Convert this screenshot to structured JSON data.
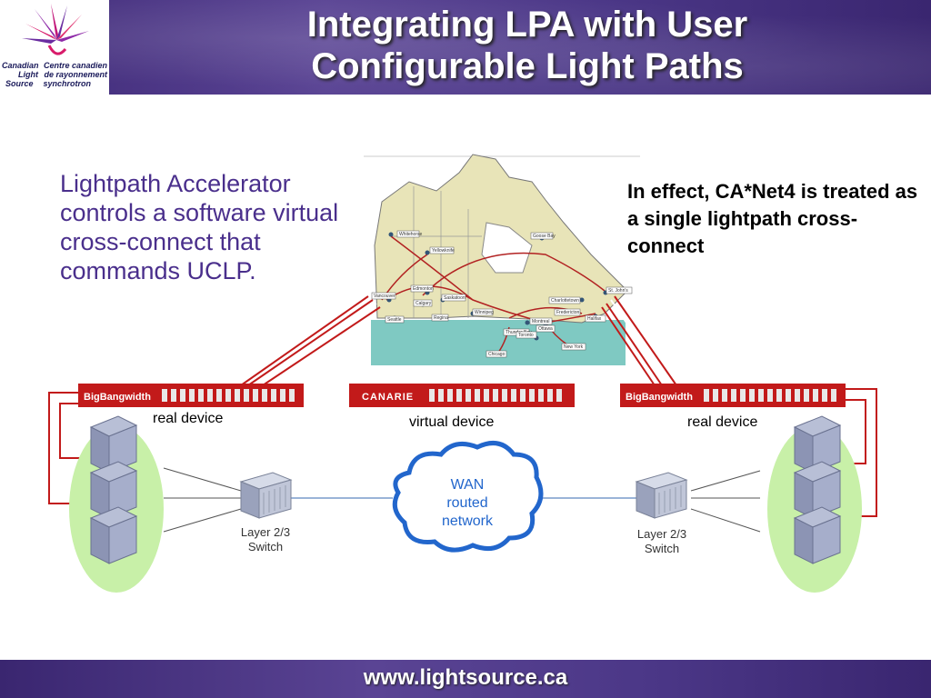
{
  "header": {
    "title_line1": "Integrating LPA with User",
    "title_line2": "Configurable Light Paths",
    "logo": {
      "left_line1": "Canadian",
      "right_line1": "Centre canadien",
      "left_line2": "Light",
      "right_line2": "de rayonnement",
      "left_line3": "Source",
      "right_line3": "synchrotron"
    }
  },
  "body": {
    "left_paragraph": "Lightpath Accelerator controls a software virtual cross-connect that commands UCLP.",
    "right_paragraph": "In effect, CA*Net4 is treated as a single lightpath cross-connect"
  },
  "diagram": {
    "left_device_brand": "BigBangwidth",
    "center_device_brand": "CANARIE",
    "right_device_brand": "BigBangwidth",
    "left_device_label": "real device",
    "center_device_label": "virtual device",
    "right_device_label": "real device",
    "wan_line1": "WAN",
    "wan_line2": "routed",
    "wan_line3": "network",
    "switch_left_line1": "Layer 2/3",
    "switch_left_line2": "Switch",
    "switch_right_line1": "Layer 2/3",
    "switch_right_line2": "Switch",
    "map_city_labels": [
      "Whitehorse",
      "Yellowknife",
      "Edmonton",
      "Saskatoon",
      "Calgary",
      "Regina",
      "Winnipeg",
      "Vancouver",
      "Seattle",
      "Thunder Bay",
      "Montreal",
      "Ottawa",
      "Fredericton",
      "Charlottetown",
      "Halifax",
      "Toronto",
      "Chicago",
      "New York",
      "St. John's",
      "Goose Bay"
    ]
  },
  "footer": {
    "url": "www.lightsource.ca"
  },
  "colors": {
    "header_purple": "#4b3787",
    "body_text_purple": "#4a2f8c",
    "device_red": "#c21a1a",
    "wan_blue": "#2266cc"
  }
}
